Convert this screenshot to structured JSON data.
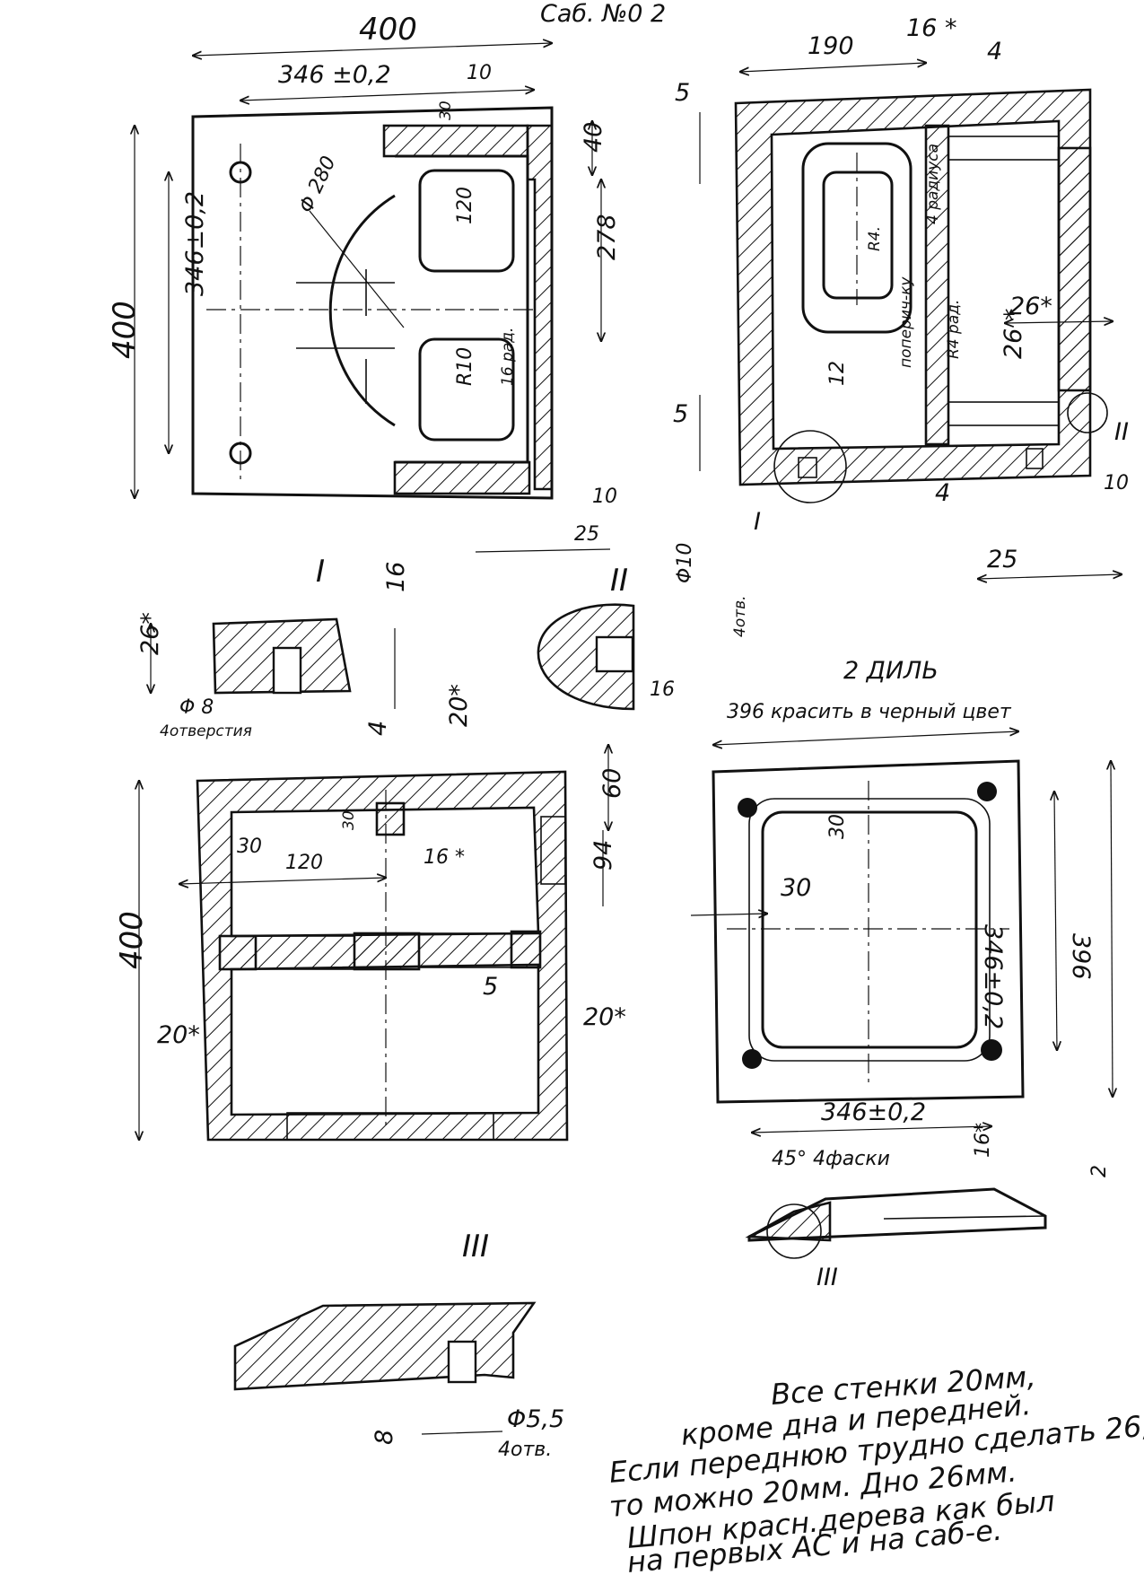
{
  "sheet": {
    "title": "Саб. №0 2",
    "brand_ink": "#111111"
  },
  "view_front": {
    "dims": {
      "width": "400",
      "hole_spacing_x": "346 ±0,2",
      "ten_top": "10",
      "thirty": "30",
      "forty": "40",
      "height": "400",
      "hole_spacing_y": "346±0,2",
      "diameter": "Φ 280",
      "window": "120",
      "two78": "278",
      "radius": "R10",
      "radius_note": "16 рад.",
      "ten_bottom": "10",
      "twenty_five": "25"
    }
  },
  "view_side": {
    "dims": {
      "d190": "190",
      "d16": "16 *",
      "d4_top": "4",
      "d5_top": "5",
      "r4": "R4.",
      "r4_note": "4 радиуса",
      "d26_side": "26*",
      "d12": "12",
      "cross_note": "поперич-ку",
      "r4_rad": "R4 рад.",
      "d26_mid": "26 *",
      "d5_bottom": "5",
      "d4_bottom": "4",
      "d10": "10",
      "d25": "25",
      "callout_1": "I",
      "callout_2": "II"
    }
  },
  "detail_1": {
    "label": "I",
    "d16": "16",
    "d26": "26*",
    "d8": "Φ 8",
    "holes": "4отверстия"
  },
  "detail_2": {
    "label": "II",
    "d10": "Φ10",
    "holes": "4отв.",
    "d16": "16"
  },
  "view_bottom": {
    "dims": {
      "d4": "4",
      "d20_top": "20*",
      "d60": "60",
      "d30a": "30",
      "d30b": "30",
      "d120": "120",
      "d16": "16 *",
      "d94": "94",
      "height": "400",
      "d5": "5",
      "d20_left": "20*",
      "d20_right": "20*"
    }
  },
  "view_lid": {
    "title": "2 ДИЛЬ",
    "subtitle": "396 красить в черный цвет",
    "dims": {
      "d30_top": "30",
      "d30_left": "30",
      "d346_v": "346±0,2",
      "d396_v": "396",
      "d346_h": "346±0,2"
    },
    "section": {
      "chamfer": "45° 4фаски",
      "d16": "16*",
      "d2": "2",
      "callout": "III"
    }
  },
  "detail_3": {
    "label": "III",
    "d55": "Φ5,5",
    "holes": "4отв.",
    "d8": "8"
  },
  "notes": [
    "Все стенки 20мм,",
    "кроме дна и передней.",
    "Если переднюю трудно сделать 26,",
    "то можно 20мм. Дно 26мм.",
    "Шпон красн.дерева как был",
    "на первых АС и на саб-е."
  ]
}
